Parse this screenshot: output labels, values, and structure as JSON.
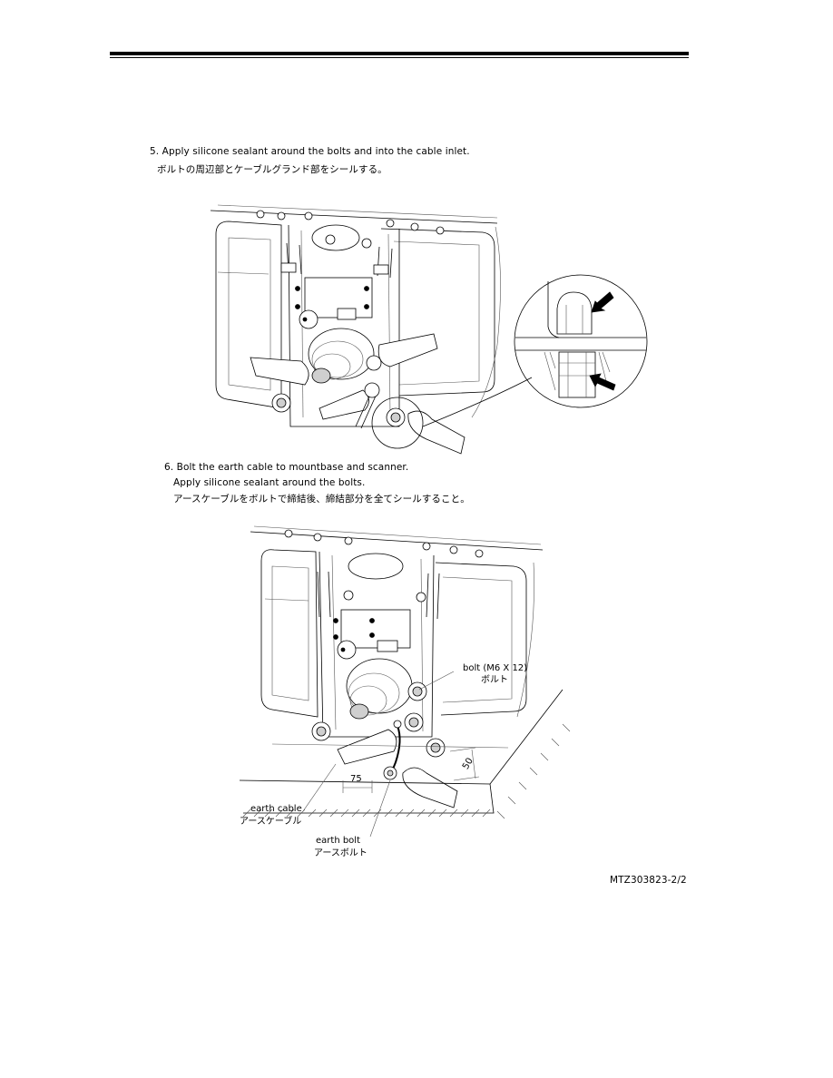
{
  "step5": {
    "en": "5. Apply silicone sealant around the bolts and into the cable inlet.",
    "ja": "ボルトの周辺部とケーブルグランド部をシールする。"
  },
  "step6": {
    "en_line1": "6. Bolt the earth cable to mountbase and scanner.",
    "en_line2": "Apply silicone sealant around the bolts.",
    "ja": "アースケーブルをボルトで締結後、締結部分を全てシールすること。"
  },
  "figure2_labels": {
    "bolt_en": "bolt (M6 X 12)",
    "bolt_ja": "ボルト",
    "dim_75": "75",
    "dim_50": "50",
    "earth_cable_en": "earth cable",
    "earth_cable_ja": "アースケーブル",
    "earth_bolt_en": "earth bolt",
    "earth_bolt_ja": "アースボルト"
  },
  "doc_ref": "MTZ303823-2/2"
}
